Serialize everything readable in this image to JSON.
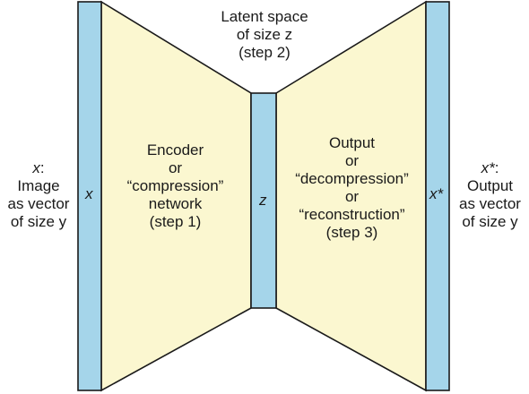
{
  "colors": {
    "trapezoid_fill": "#fbf7d0",
    "bar_fill": "#a5d5ea",
    "stroke": "#1a1a1a"
  },
  "latent": {
    "line1": "Latent space",
    "line2": "of size z",
    "line3": "(step 2)"
  },
  "input": {
    "symbol": "x",
    "rest": ":",
    "line2": "Image",
    "line3": "as vector",
    "line4": "of size y",
    "bar_label": "x"
  },
  "encoder": {
    "line1": "Encoder",
    "line2": "or",
    "line3": "“compression”",
    "line4": "network",
    "line5": "(step 1)"
  },
  "bottleneck": {
    "bar_label": "z"
  },
  "decoder": {
    "line1": "Output",
    "line2": "or",
    "line3": "“decompression”",
    "line4": "or",
    "line5": "“reconstruction”",
    "line6": "(step 3)"
  },
  "output": {
    "symbol": "x*",
    "rest": ":",
    "line2": "Output",
    "line3": "as vector",
    "line4": "of size y",
    "bar_label": "x*"
  }
}
